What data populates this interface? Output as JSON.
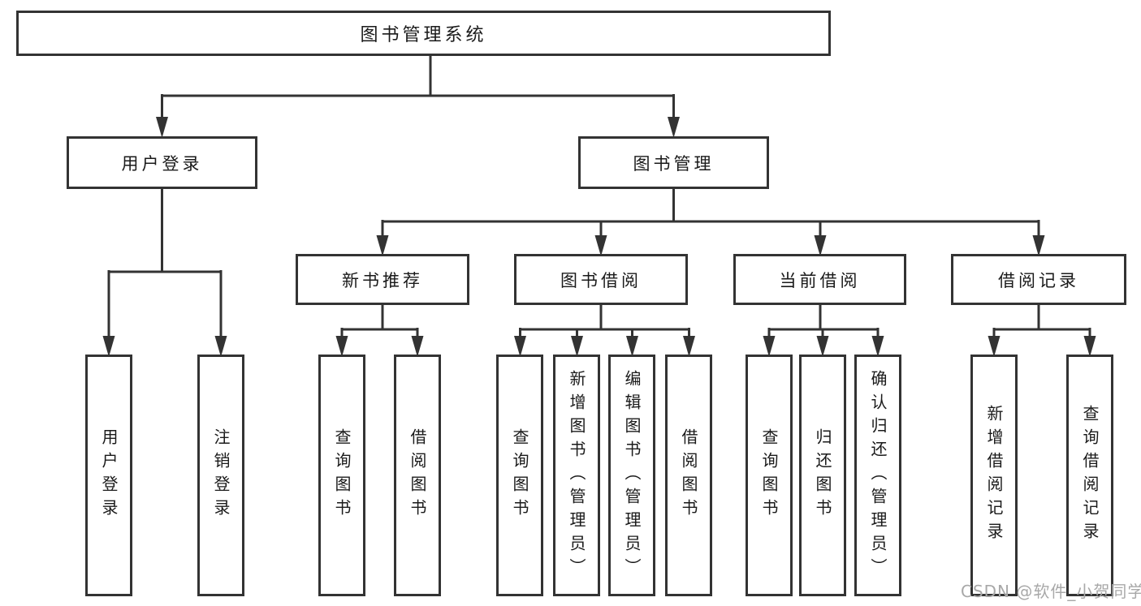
{
  "diagram": {
    "title": "图书管理系统",
    "children": [
      {
        "label": "用户登录",
        "children": [
          {
            "label": "用户登录"
          },
          {
            "label": "注销登录"
          }
        ]
      },
      {
        "label": "图书管理",
        "children": [
          {
            "label": "新书推荐",
            "children": [
              {
                "label": "查询图书"
              },
              {
                "label": "借阅图书"
              }
            ]
          },
          {
            "label": "图书借阅",
            "children": [
              {
                "label": "查询图书"
              },
              {
                "label": "新增图书（管理员）"
              },
              {
                "label": "编辑图书（管理员）"
              },
              {
                "label": "借阅图书"
              }
            ]
          },
          {
            "label": "当前借阅",
            "children": [
              {
                "label": "查询图书"
              },
              {
                "label": "归还图书"
              },
              {
                "label": "确认归还（管理员）"
              }
            ]
          },
          {
            "label": "借阅记录",
            "children": [
              {
                "label": "新增借阅记录"
              },
              {
                "label": "查询借阅记录"
              }
            ]
          }
        ]
      }
    ]
  },
  "watermark": {
    "text": "CSDN @软件_小贺同学"
  },
  "colors": {
    "line": "#333333",
    "box_border": "#333333",
    "box_fill": "#ffffff",
    "text": "#1a1a1a",
    "watermark": "#a8a8a8",
    "background": "#ffffff"
  }
}
